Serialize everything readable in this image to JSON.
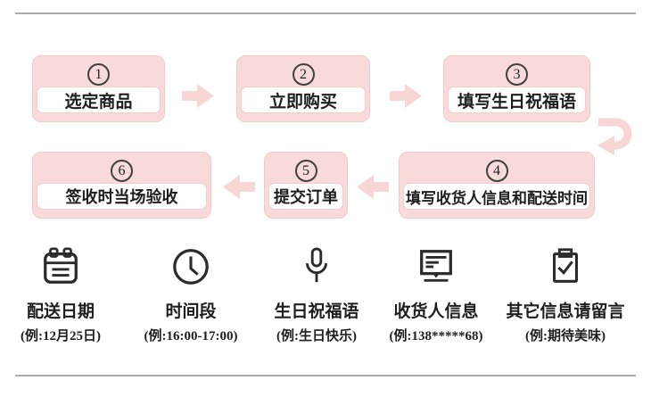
{
  "flow": {
    "steps": [
      {
        "num": "1",
        "label": "选定商品"
      },
      {
        "num": "2",
        "label": "立即购买"
      },
      {
        "num": "3",
        "label": "填写生日祝福语"
      },
      {
        "num": "4",
        "label": "填写收货人信息和配送时间"
      },
      {
        "num": "5",
        "label": "提交订单"
      },
      {
        "num": "6",
        "label": "签收时当场验收"
      }
    ]
  },
  "legend": {
    "items": [
      {
        "icon": "calendar-icon",
        "title": "配送日期",
        "example": "(例:12月25日)"
      },
      {
        "icon": "clock-icon",
        "title": "时间段",
        "example": "(例:16:00-17:00)"
      },
      {
        "icon": "microphone-icon",
        "title": "生日祝福语",
        "example": "(例:生日快乐)"
      },
      {
        "icon": "message-icon",
        "title": "收货人信息",
        "example": "(例:138*****68)"
      },
      {
        "icon": "clipboard-check-icon",
        "title": "其它信息请留言",
        "example": "(例:期待美味)"
      }
    ]
  },
  "colors": {
    "box_fill": "#f9dada",
    "box_border": "#f3c9c9",
    "inner_border": "#f3cccc",
    "arrow": "#f8d6d6",
    "text": "#1e1e1e",
    "divider": "#ababab",
    "icon": "#2b2b2b"
  }
}
